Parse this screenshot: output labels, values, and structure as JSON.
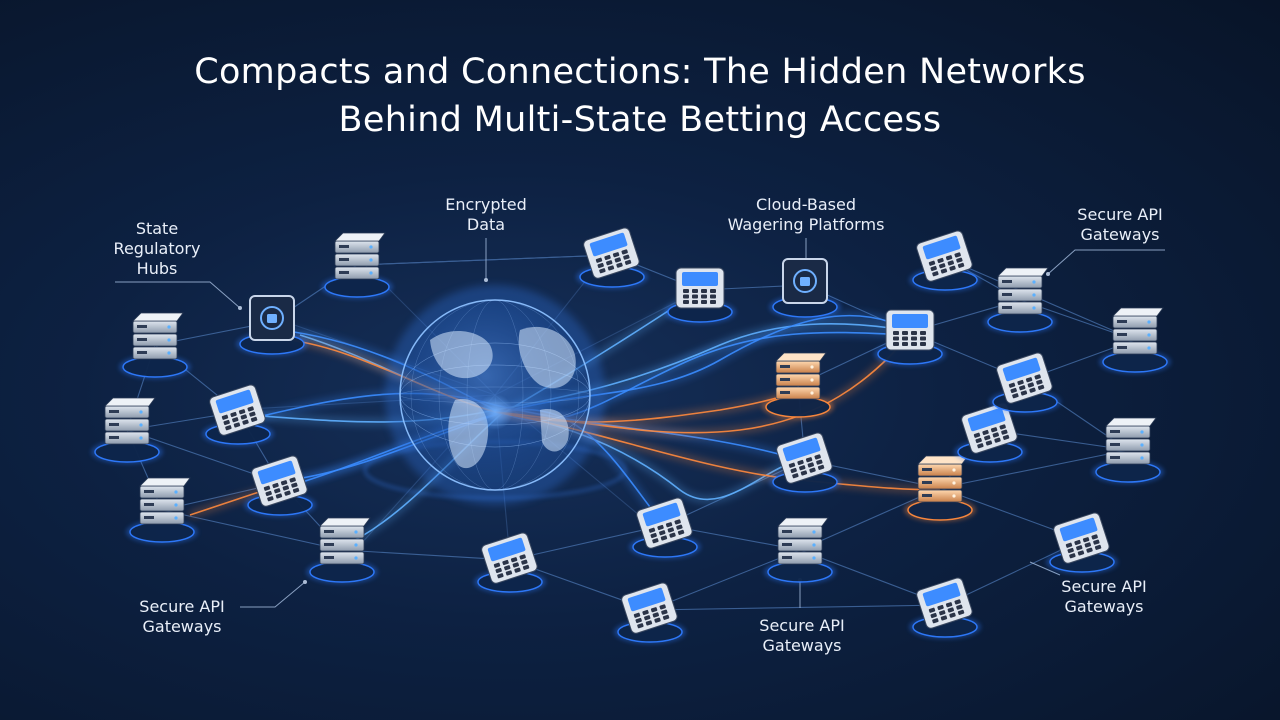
{
  "title": {
    "line1": "Compacts and Connections: The Hidden Networks",
    "line2": "Behind Multi-State Betting Access"
  },
  "labels": {
    "state_hubs": [
      "State",
      "Regulatory",
      "Hubs"
    ],
    "encrypted": [
      "Encrypted",
      "Data"
    ],
    "cloud": [
      "Cloud-Based",
      "Wagering Platforms"
    ],
    "api_top_right": [
      "Secure API",
      "Gateways"
    ],
    "api_bottom_left": [
      "Secure API",
      "Gateways"
    ],
    "api_bottom_center": [
      "Secure API",
      "Gateways"
    ],
    "api_bottom_right": [
      "Secure API",
      "Gateways"
    ]
  },
  "colors": {
    "background": "#0b1a35",
    "blue_stream": "#3a8cff",
    "orange_stream": "#ff8a3d",
    "device_screen": "#3d8cff",
    "node_glow": "#2f7bff"
  },
  "icons": {
    "globe": "globe-icon",
    "server": "server-stack-icon",
    "terminal": "payment-terminal-icon",
    "secure_box": "lock-box-icon"
  }
}
